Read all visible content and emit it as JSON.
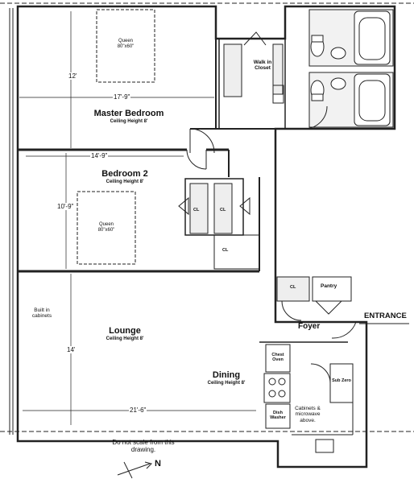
{
  "rooms": {
    "master_bedroom": {
      "name": "Master Bedroom",
      "ceiling": "Ceiling Height 8'"
    },
    "bedroom2": {
      "name": "Bedroom 2",
      "ceiling": "Ceiling Height 8'"
    },
    "lounge": {
      "name": "Lounge",
      "ceiling": "Ceiling Height 8'"
    },
    "dining": {
      "name": "Dining",
      "ceiling": "Ceiling Height 8'"
    },
    "foyer": {
      "name": "Foyer"
    },
    "walk_in_closet": {
      "name": "Walk in Closet"
    },
    "pantry": {
      "name": "Pantry"
    }
  },
  "beds": {
    "master": {
      "label": "Queen",
      "size": "80\"x60\""
    },
    "bedroom2": {
      "label": "Queen",
      "size": "80\"x60\""
    }
  },
  "dimensions": {
    "master_width": "17'-9\"",
    "master_depth": "12'",
    "bedroom2_width": "14'-9\"",
    "bedroom2_depth": "10'-9\"",
    "lounge_depth": "14'",
    "lounge_width": "21'-6\""
  },
  "fixtures": {
    "closet1": "CL",
    "closet2": "CL",
    "closet3": "CL",
    "closet4": "CL",
    "foyer_closet": "CL",
    "chest_oven": "Chest Oven",
    "dish_washer": "Dish Washer",
    "sub_zero": "Sub Zero",
    "cabinets": "Cabinets & microwave above.",
    "built_in": "Built in cabinets"
  },
  "entrance": "ENTRANCE",
  "note": "Do not scale from this drawing.",
  "north": "N"
}
